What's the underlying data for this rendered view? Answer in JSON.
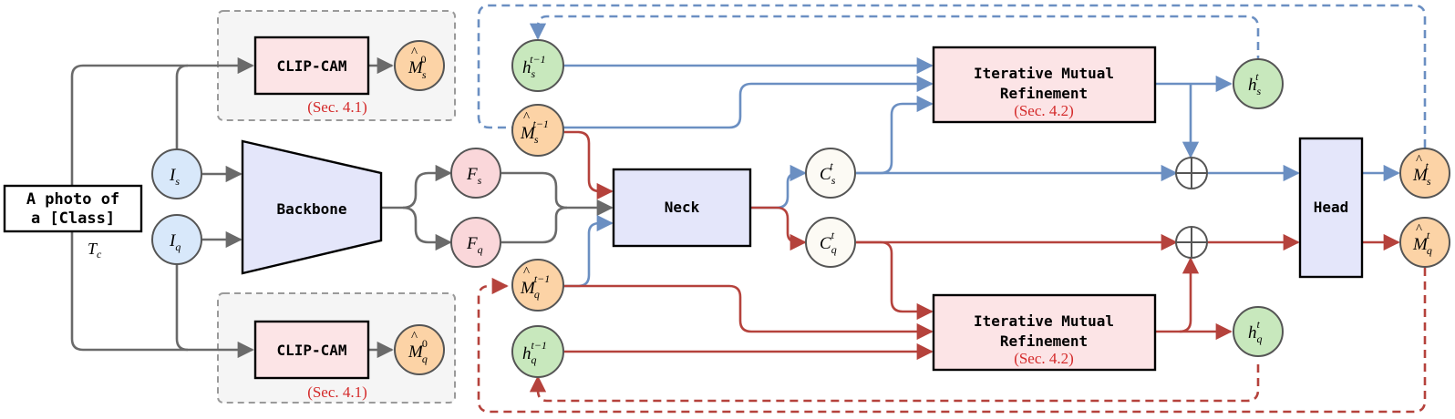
{
  "diagram": {
    "text_prompt": {
      "line1": "A photo of",
      "line2": "a [Class]",
      "symbol": "T",
      "sub": "c"
    },
    "clip_cam_top": {
      "label": "CLIP-CAM",
      "section": "(Sec. 4.1)",
      "output": {
        "sym": "M",
        "sub": "s",
        "sup": "0"
      }
    },
    "clip_cam_bottom": {
      "label": "CLIP-CAM",
      "section": "(Sec. 4.1)",
      "output": {
        "sym": "M",
        "sub": "q",
        "sup": "0"
      }
    },
    "inputs": {
      "support": {
        "sym": "I",
        "sub": "s"
      },
      "query": {
        "sym": "I",
        "sub": "q"
      }
    },
    "backbone": {
      "label": "Backbone"
    },
    "features": {
      "support": {
        "sym": "F",
        "sub": "s"
      },
      "query": {
        "sym": "F",
        "sub": "q"
      }
    },
    "neck": {
      "label": "Neck"
    },
    "prev_masks": {
      "support": {
        "sym": "M",
        "sub": "s",
        "sup": "t−1"
      },
      "query": {
        "sym": "M",
        "sub": "q",
        "sup": "t−1"
      }
    },
    "hidden_prev": {
      "support": {
        "sym": "h",
        "sub": "s",
        "sup": "t−1"
      },
      "query": {
        "sym": "h",
        "sub": "q",
        "sup": "t−1"
      }
    },
    "corr": {
      "support": {
        "sym": "C",
        "sub": "s",
        "sup": "t"
      },
      "query": {
        "sym": "C",
        "sub": "q",
        "sup": "t"
      }
    },
    "imr_top": {
      "line1": "Iterative Mutual",
      "line2": "Refinement",
      "section": "(Sec. 4.2)"
    },
    "imr_bottom": {
      "line1": "Iterative Mutual",
      "line2": "Refinement",
      "section": "(Sec. 4.2)"
    },
    "hidden_cur": {
      "support": {
        "sym": "h",
        "sub": "s",
        "sup": "t"
      },
      "query": {
        "sym": "h",
        "sub": "q",
        "sup": "t"
      }
    },
    "head": {
      "label": "Head"
    },
    "outputs": {
      "support": {
        "sym": "M",
        "sub": "s",
        "sup": "t"
      },
      "query": {
        "sym": "M",
        "sub": "q",
        "sup": "t"
      }
    },
    "colors": {
      "support_flow": "#6b8fc2",
      "query_flow": "#b5423c",
      "gray_flow": "#6a6a6a",
      "mask_fill": "#fcd3a6",
      "hidden_fill": "#c8e8bd",
      "input_fill": "#d8e8fa",
      "feature_fill": "#fad7da",
      "corr_fill": "#fcfaf4",
      "clip_fill": "#fce4e6",
      "backbone_fill": "#e4e6fa",
      "panel_fill": "#f5f5f5"
    }
  }
}
